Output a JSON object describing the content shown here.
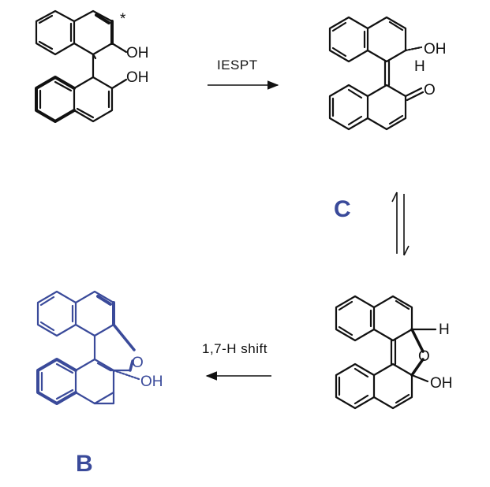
{
  "colors": {
    "black": "#111111",
    "blue": "#3a4a9a"
  },
  "labels": {
    "star": "*",
    "oh_top": "OH",
    "oh_bottom": "OH",
    "oh_c": "OH",
    "h_c": "H",
    "o_c": "O",
    "h_d": "H",
    "o_d": "O",
    "oh_d": "OH",
    "o_b": "O",
    "oh_b": "OH"
  },
  "steps": {
    "top": "IESPT",
    "bottom": "1,7-H shift"
  },
  "compounds": {
    "c": "C",
    "b": "B"
  }
}
